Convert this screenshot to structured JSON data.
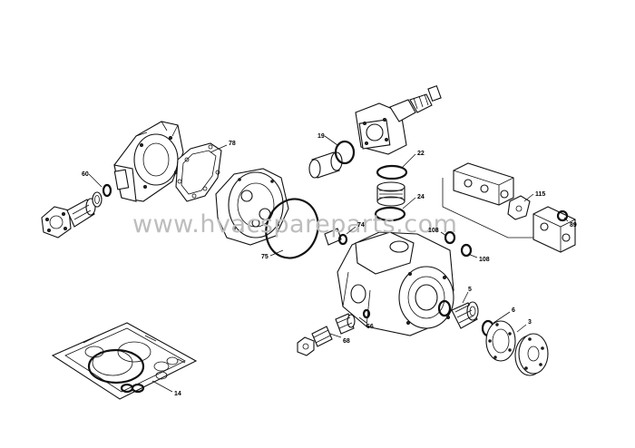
{
  "watermark": "www.hvacspareparts.com",
  "callouts": {
    "c78": "78",
    "c60": "60",
    "c75": "75",
    "c74": "74",
    "c19": "19",
    "c22": "22",
    "c24": "24",
    "c115": "115",
    "c89": "89",
    "c108a": "108",
    "c108b": "108",
    "c5": "5",
    "c6": "6",
    "c3": "3",
    "c66": "66",
    "c68": "68",
    "c14": "14"
  }
}
